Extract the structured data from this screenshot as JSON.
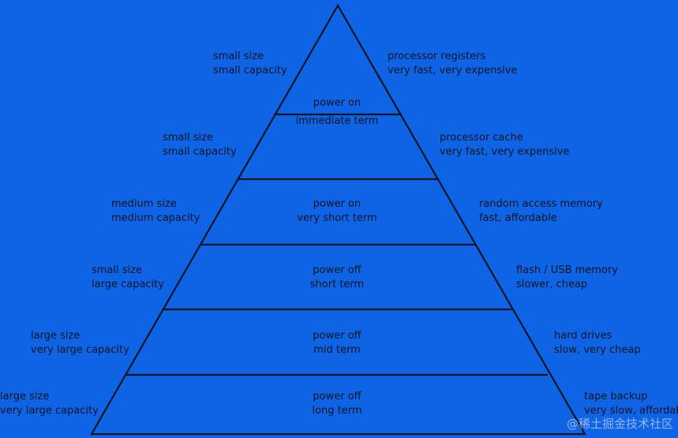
{
  "colors": {
    "background": "#0f64e6",
    "line": "#0b1422",
    "text": "#0b1422"
  },
  "levels": [
    {
      "left": [
        "small size",
        "small capacity"
      ],
      "right": [
        "processor registers",
        "very fast, very expensive"
      ],
      "center": [
        "power on",
        "immediate term"
      ]
    },
    {
      "left": [
        "small size",
        "small capacity"
      ],
      "right": [
        "processor cache",
        "very fast, very expensive"
      ],
      "center": []
    },
    {
      "left": [
        "medium size",
        "medium capacity"
      ],
      "right": [
        "random access memory",
        "fast, affordable"
      ],
      "center": [
        "power on",
        "very short term"
      ]
    },
    {
      "left": [
        "small size",
        "large capacity"
      ],
      "right": [
        "flash / USB memory",
        "slower, cheap"
      ],
      "center": [
        "power off",
        "short term"
      ]
    },
    {
      "left": [
        "large size",
        "very large capacity"
      ],
      "right": [
        "hard drives",
        "slow, very cheap"
      ],
      "center": [
        "power off",
        "mid term"
      ]
    },
    {
      "left": [
        "large size",
        "very large capacity"
      ],
      "right": [
        "tape backup",
        "very slow, affordable"
      ],
      "center": [
        "power off",
        "long term"
      ]
    }
  ],
  "watermark": "@稀土掘金技术社区"
}
